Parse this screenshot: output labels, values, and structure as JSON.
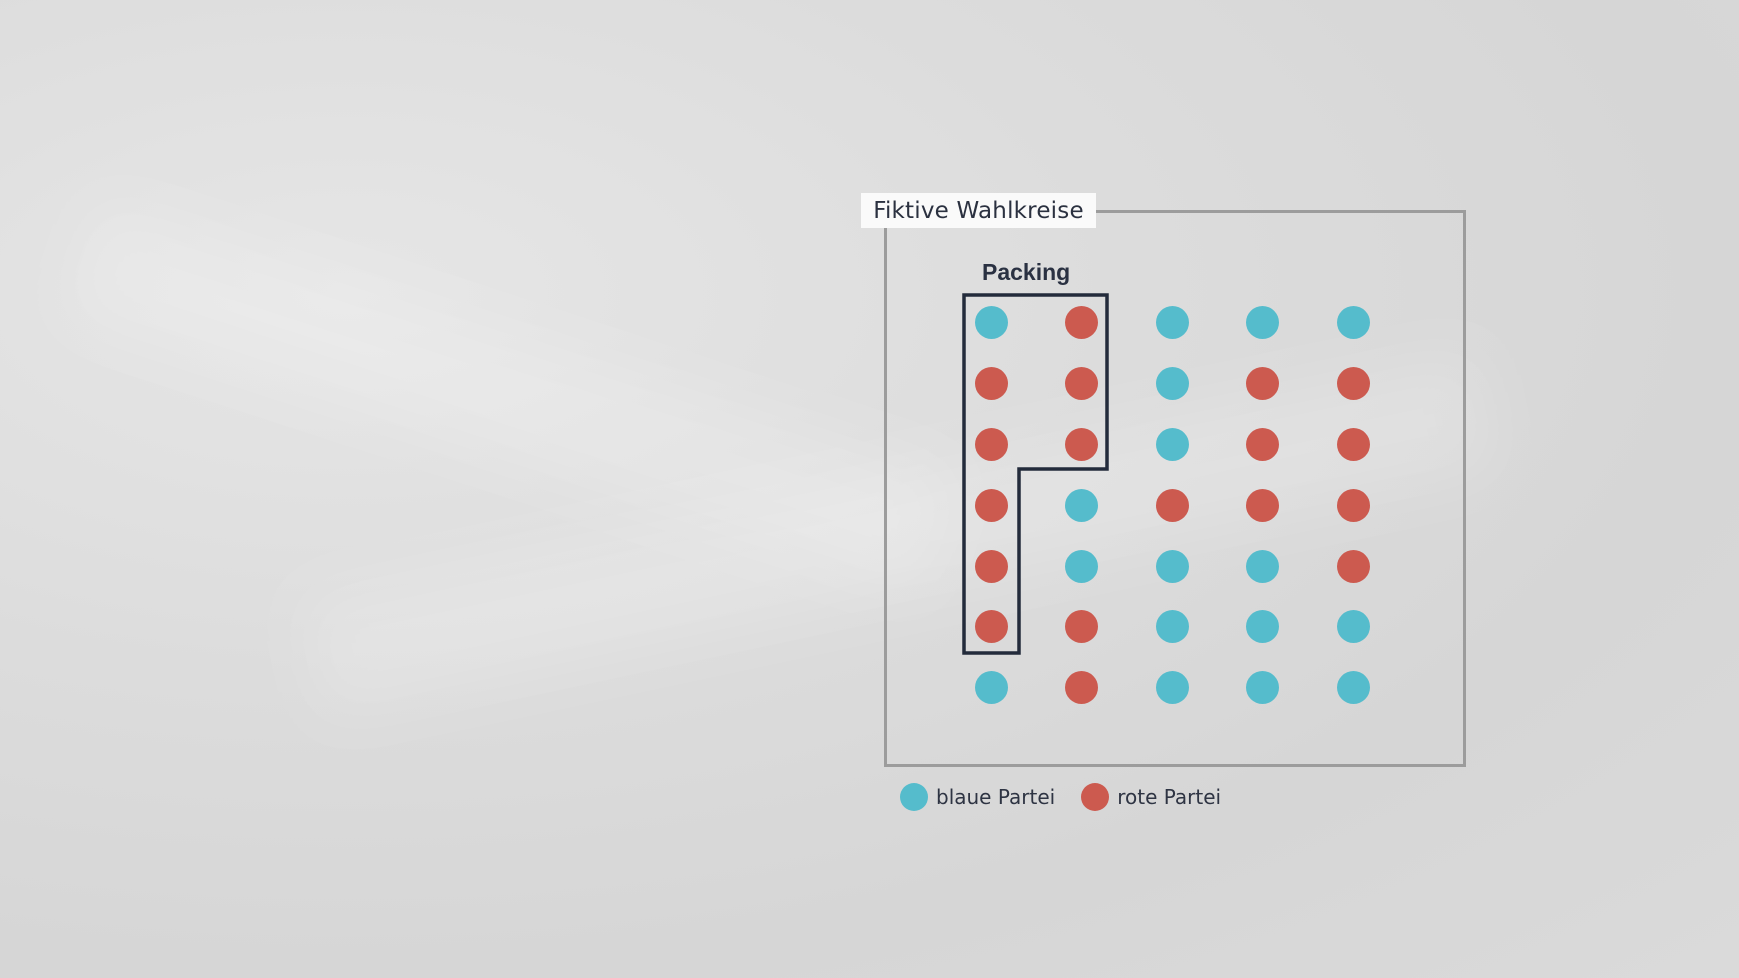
{
  "title": "Fiktive Wahlkreise",
  "district_label": "Packing",
  "colors": {
    "blue": "#55bccc",
    "red": "#cc5a4f",
    "outline": "#232b3b",
    "frame": "#9c9c9c"
  },
  "legend": [
    {
      "key": "blue",
      "label": "blaue Partei"
    },
    {
      "key": "red",
      "label": "rote Partei"
    }
  ],
  "grid": [
    [
      "blue",
      "red",
      "blue",
      "blue",
      "blue"
    ],
    [
      "red",
      "red",
      "blue",
      "red",
      "red"
    ],
    [
      "red",
      "red",
      "blue",
      "red",
      "red"
    ],
    [
      "red",
      "blue",
      "red",
      "red",
      "red"
    ],
    [
      "red",
      "blue",
      "blue",
      "blue",
      "red"
    ],
    [
      "red",
      "red",
      "blue",
      "blue",
      "blue"
    ],
    [
      "blue",
      "red",
      "blue",
      "blue",
      "blue"
    ]
  ],
  "chart_data": {
    "type": "grid",
    "title": "Fiktive Wahlkreise",
    "annotation": "Packing",
    "rows": 7,
    "cols": 5,
    "counts": {
      "blaue Partei": 17,
      "rote Partei": 18
    },
    "packed_district_cells": [
      [
        0,
        0
      ],
      [
        0,
        1
      ],
      [
        1,
        0
      ],
      [
        1,
        1
      ],
      [
        2,
        0
      ],
      [
        2,
        1
      ],
      [
        3,
        0
      ],
      [
        4,
        0
      ],
      [
        5,
        0
      ]
    ]
  }
}
